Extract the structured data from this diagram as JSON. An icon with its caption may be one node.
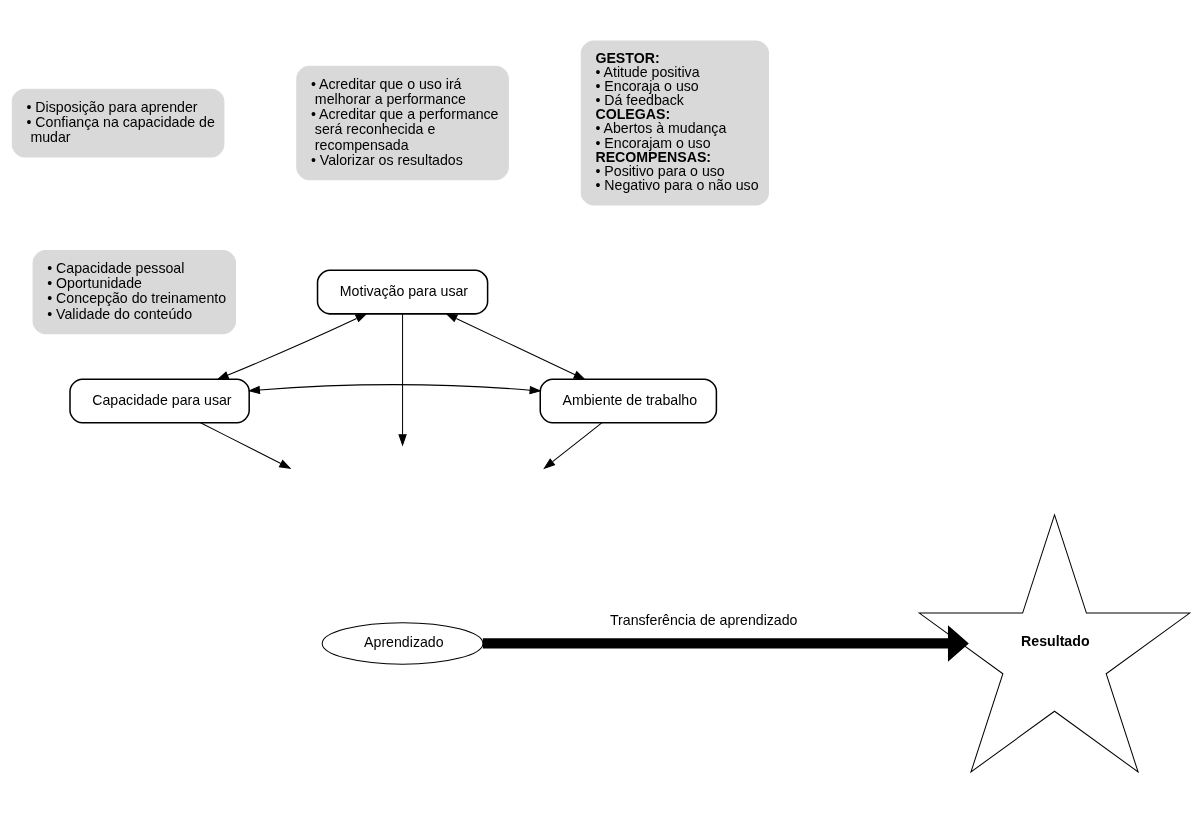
{
  "diagram": {
    "nodes": [
      {
        "text": [
          "• Disposição para aprender",
          "• Confiança na capacidade de mudar"
        ]
      },
      {
        "text": [
          "• Capacidade pessoal",
          "• Oportunidade",
          "• Concepção do treinamento",
          "• Validade do conteúdo"
        ]
      },
      {
        "text": [
          "• Acreditar que o uso irá melhorar a performance",
          "• Acreditar que a performance será reconhecida e recompensada",
          "• Valorizar os resultados"
        ]
      },
      {
        "text": [
          "GESTOR:",
          "• Atitude positiva",
          "• Encoraja o uso",
          "• Dá feedback",
          "COLEGAS:",
          "• Abertos à mudança",
          "• Encorajam o uso",
          "RECOMPENSAS:",
          "• Positivo para o uso",
          "• Negativo para o não uso"
        ]
      },
      {
        "text": [
          "Motivação para usar"
        ]
      },
      {
        "text": [
          "Capacidade para usar"
        ]
      },
      {
        "text": [
          "Ambiente de trabalho"
        ]
      },
      {
        "text": [
          "Aprendizado"
        ]
      },
      {
        "text": [
          "Resultado"
        ]
      }
    ],
    "edges": [
      {
        "from": 5,
        "to": 4,
        "arrow": "both"
      },
      {
        "from": 4,
        "to": 6,
        "arrow": "both"
      },
      {
        "from": 5,
        "to": 6,
        "arrow": "both"
      },
      {
        "from": 5,
        "to": null,
        "arrow": "to"
      },
      {
        "from": 4,
        "to": null,
        "arrow": "to"
      },
      {
        "from": 6,
        "to": null,
        "arrow": "to"
      },
      {
        "from": 7,
        "to": 8,
        "arrow": "to",
        "label": "Transferência de aprendizado",
        "style": "thick"
      }
    ]
  }
}
